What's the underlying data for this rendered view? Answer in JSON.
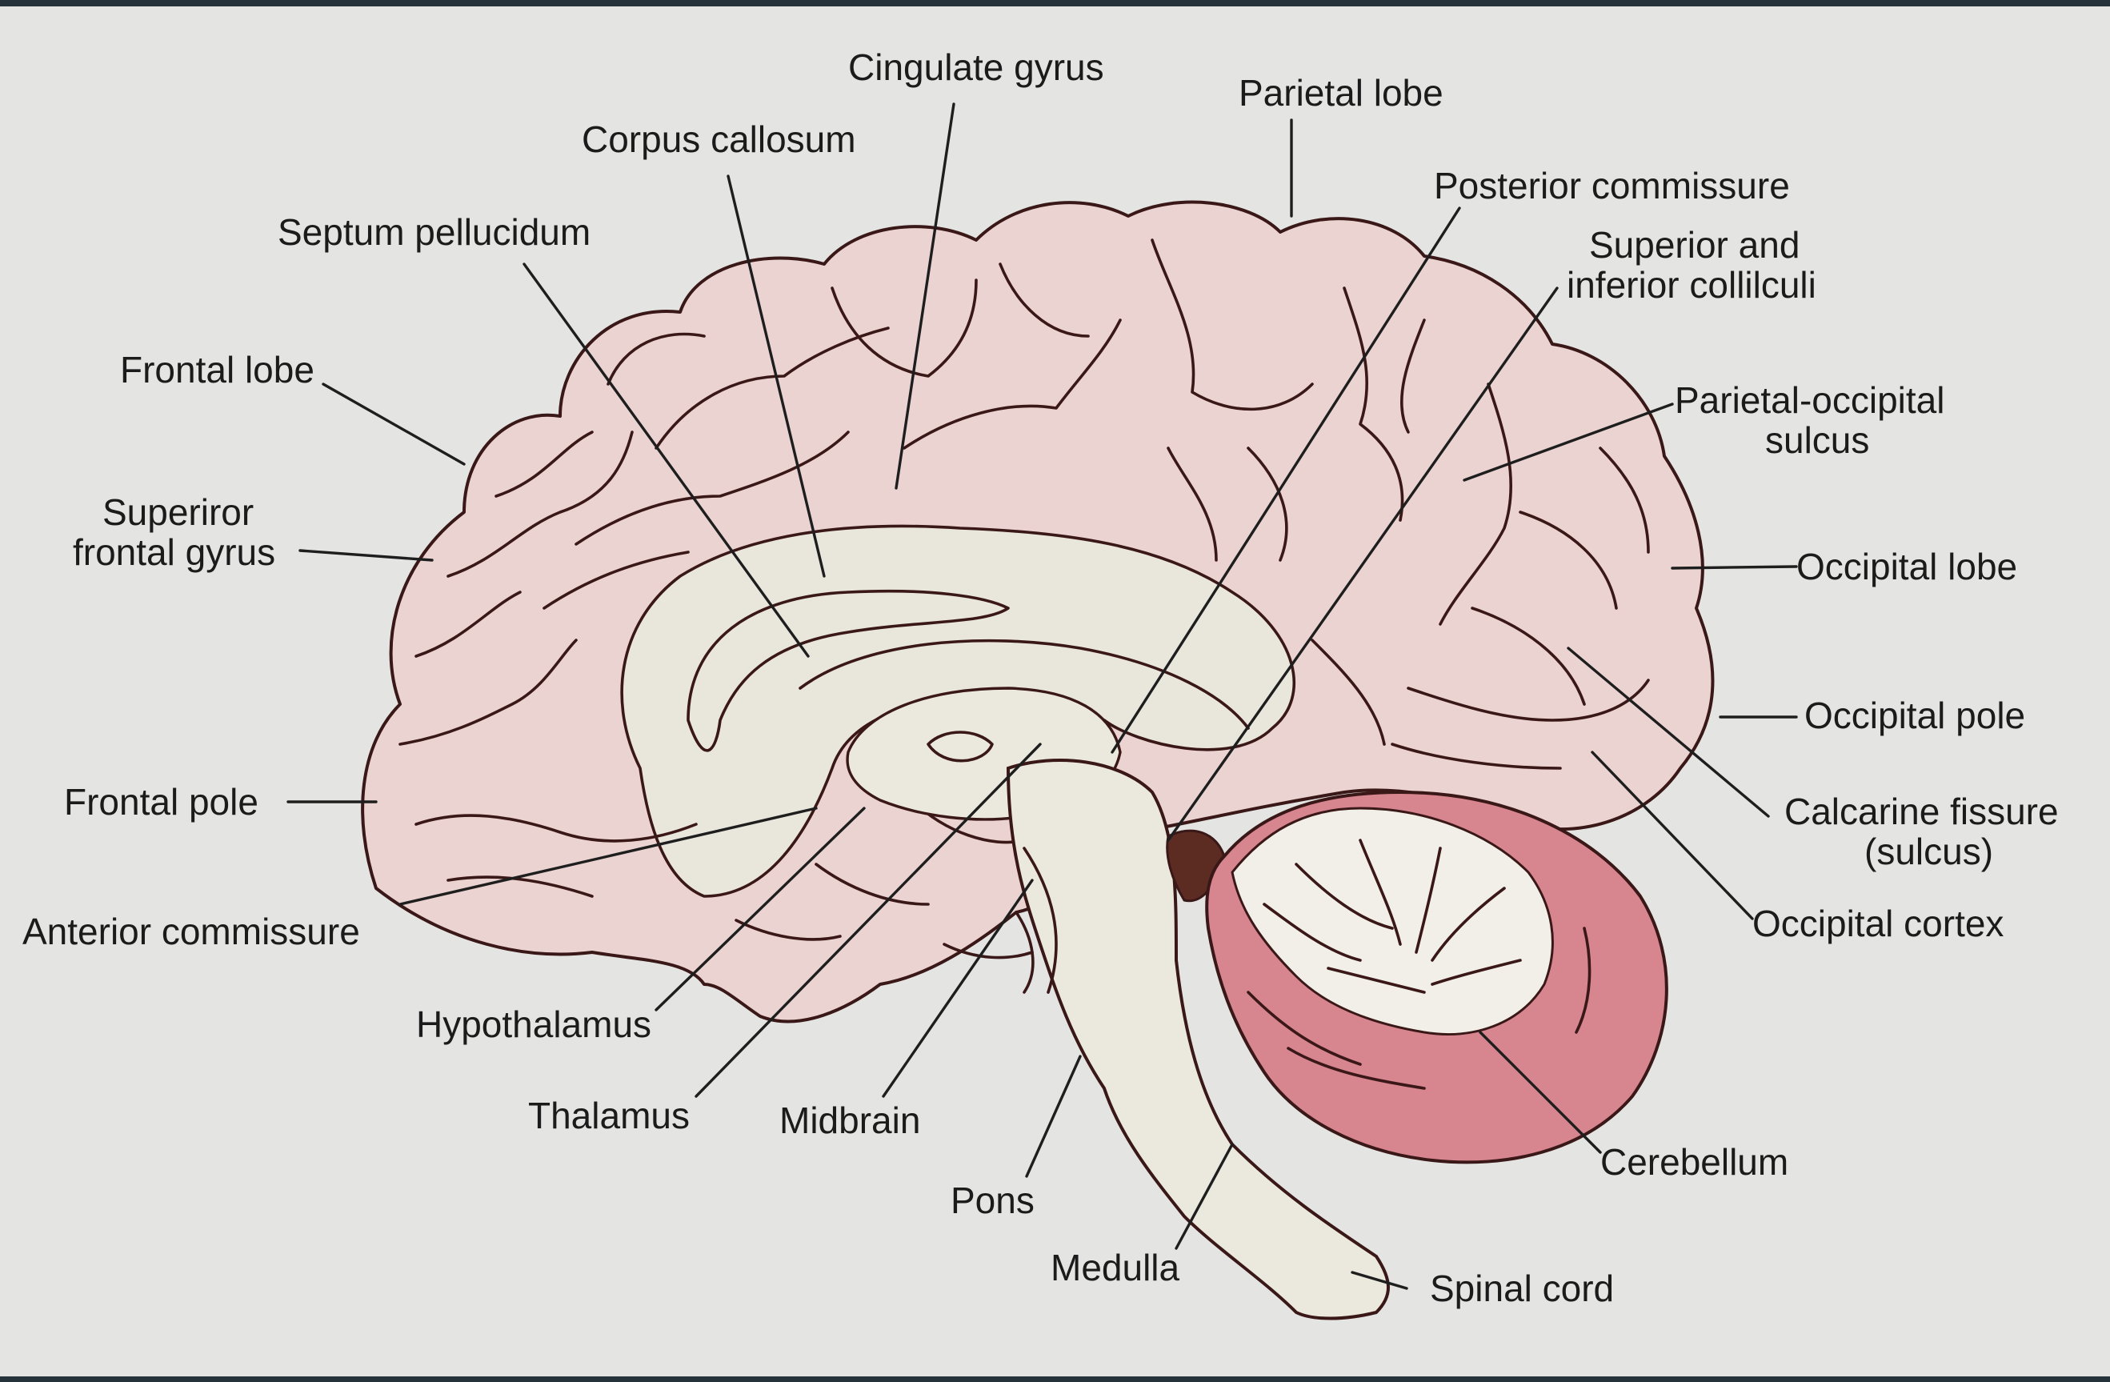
{
  "colors": {
    "panel": "#e4e5e3",
    "cortex": "#ead3d1",
    "inner": "#e9e6dc",
    "brainstem": "#ebe9dd",
    "cerebellum_red": "#d7858f",
    "cerebellum_white": "#f2efe8",
    "outline": "#3a1818",
    "dark_spot": "#5c2b22"
  },
  "labels": {
    "cingulate_gyrus": "Cingulate gyrus",
    "corpus_callosum": "Corpus callosum",
    "parietal_lobe": "Parietal lobe",
    "posterior_commissure": "Posterior commissure",
    "septum_pellucidum": "Septum pellucidum",
    "superior_inferior_colliculi_1": "Superior and",
    "superior_inferior_colliculi_2": "inferior collilculi",
    "frontal_lobe": "Frontal lobe",
    "parietal_occipital_sulcus_1": "Parietal-occipital",
    "parietal_occipital_sulcus_2": "sulcus",
    "superior_frontal_gyrus_1": "Superiror",
    "superior_frontal_gyrus_2": "frontal gyrus",
    "occipital_lobe": "Occipital lobe",
    "occipital_pole": "Occipital pole",
    "frontal_pole": "Frontal pole",
    "calcarine_fissure_1": "Calcarine fissure",
    "calcarine_fissure_2": "(sulcus)",
    "anterior_commissure": "Anterior commissure",
    "occipital_cortex": "Occipital cortex",
    "hypothalamus": "Hypothalamus",
    "thalamus": "Thalamus",
    "midbrain": "Midbrain",
    "cerebellum": "Cerebellum",
    "pons": "Pons",
    "medulla": "Medulla",
    "spinal_cord": "Spinal cord"
  }
}
